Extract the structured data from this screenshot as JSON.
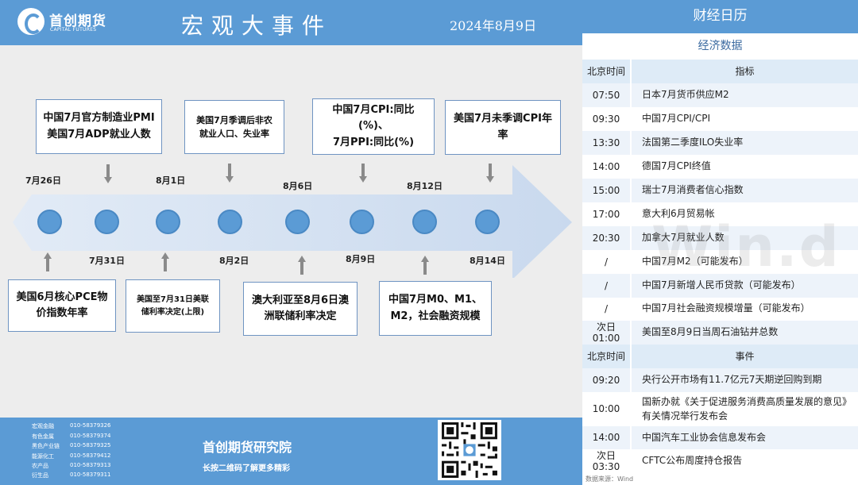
{
  "header": {
    "logo_cn": "首创期货",
    "logo_en": "CAPITAL FUTURES",
    "title": "宏观大事件",
    "date": "2024年8月9日"
  },
  "timeline": {
    "top_dates": [
      "7月26日",
      "8月1日",
      "8月6日",
      "8月12日"
    ],
    "bottom_dates": [
      "7月31日",
      "8月2日",
      "8月9日",
      "8月14日"
    ],
    "top_events": [
      "中国7月官方制造业PMI\n美国7月ADP就业人数",
      "美国7月季调后非农\n就业人口、失业率",
      "中国7月CPI:同比(%)、\n7月PPI:同比(%)",
      "美国7月未季调CPI年\n率"
    ],
    "bottom_events": [
      "美国6月核心PCE物\n价指数年率",
      "美国至7月31日美联\n储利率决定(上限)",
      "澳大利亚至8月6日澳\n洲联储利率决定",
      "中国7月M0、M1、\nM2，社会融资规模"
    ]
  },
  "footer": {
    "contacts": [
      {
        "dept": "宏观金融",
        "phone": "010-58379326"
      },
      {
        "dept": "有色金属",
        "phone": "010-58379374"
      },
      {
        "dept": "黑色产业链",
        "phone": "010-58379325"
      },
      {
        "dept": "能源化工",
        "phone": "010-58379412"
      },
      {
        "dept": "农产品",
        "phone": "010-58379313"
      },
      {
        "dept": "衍生品",
        "phone": "010-58379311"
      }
    ],
    "institute": "首创期货研究院",
    "qr_hint": "长按二维码了解更多精彩"
  },
  "calendar": {
    "title": "财经日历",
    "econ_section": "经济数据",
    "col_time": "北京时间",
    "col_indicator": "指标",
    "econ_rows": [
      {
        "time": "07:50",
        "name": "日本7月货币供应M2"
      },
      {
        "time": "09:30",
        "name": "中国7月CPI/CPI"
      },
      {
        "time": "13:30",
        "name": "法国第二季度ILO失业率"
      },
      {
        "time": "14:00",
        "name": "德国7月CPI终值"
      },
      {
        "time": "15:00",
        "name": "瑞士7月消费者信心指数"
      },
      {
        "time": "17:00",
        "name": "意大利6月贸易帐"
      },
      {
        "time": "20:30",
        "name": "加拿大7月就业人数"
      },
      {
        "time": "/",
        "name": "中国7月M2（可能发布）"
      },
      {
        "time": "/",
        "name": "中国7月新增人民币贷款（可能发布）"
      },
      {
        "time": "/",
        "name": "中国7月社会融资规模增量（可能发布）"
      },
      {
        "time": "次日\n01:00",
        "name": "美国至8月9日当周石油钻井总数"
      }
    ],
    "col_event": "事件",
    "event_rows": [
      {
        "time": "09:20",
        "name": "央行公开市场有11.7亿元7天期逆回购到期"
      },
      {
        "time": "10:00",
        "name": "国新办就《关于促进服务消费高质量发展的意见》有关情况举行发布会"
      },
      {
        "time": "14:00",
        "name": "中国汽车工业协会信息发布会"
      },
      {
        "time": "次日\n03:30",
        "name": "CFTC公布周度持仓报告"
      }
    ],
    "watermark": "Win.d",
    "source": "数据来源：Wind"
  },
  "colors": {
    "brand_blue": "#5b9bd5",
    "header_row": "#deebf7",
    "alt_row": "#edf3fa"
  }
}
